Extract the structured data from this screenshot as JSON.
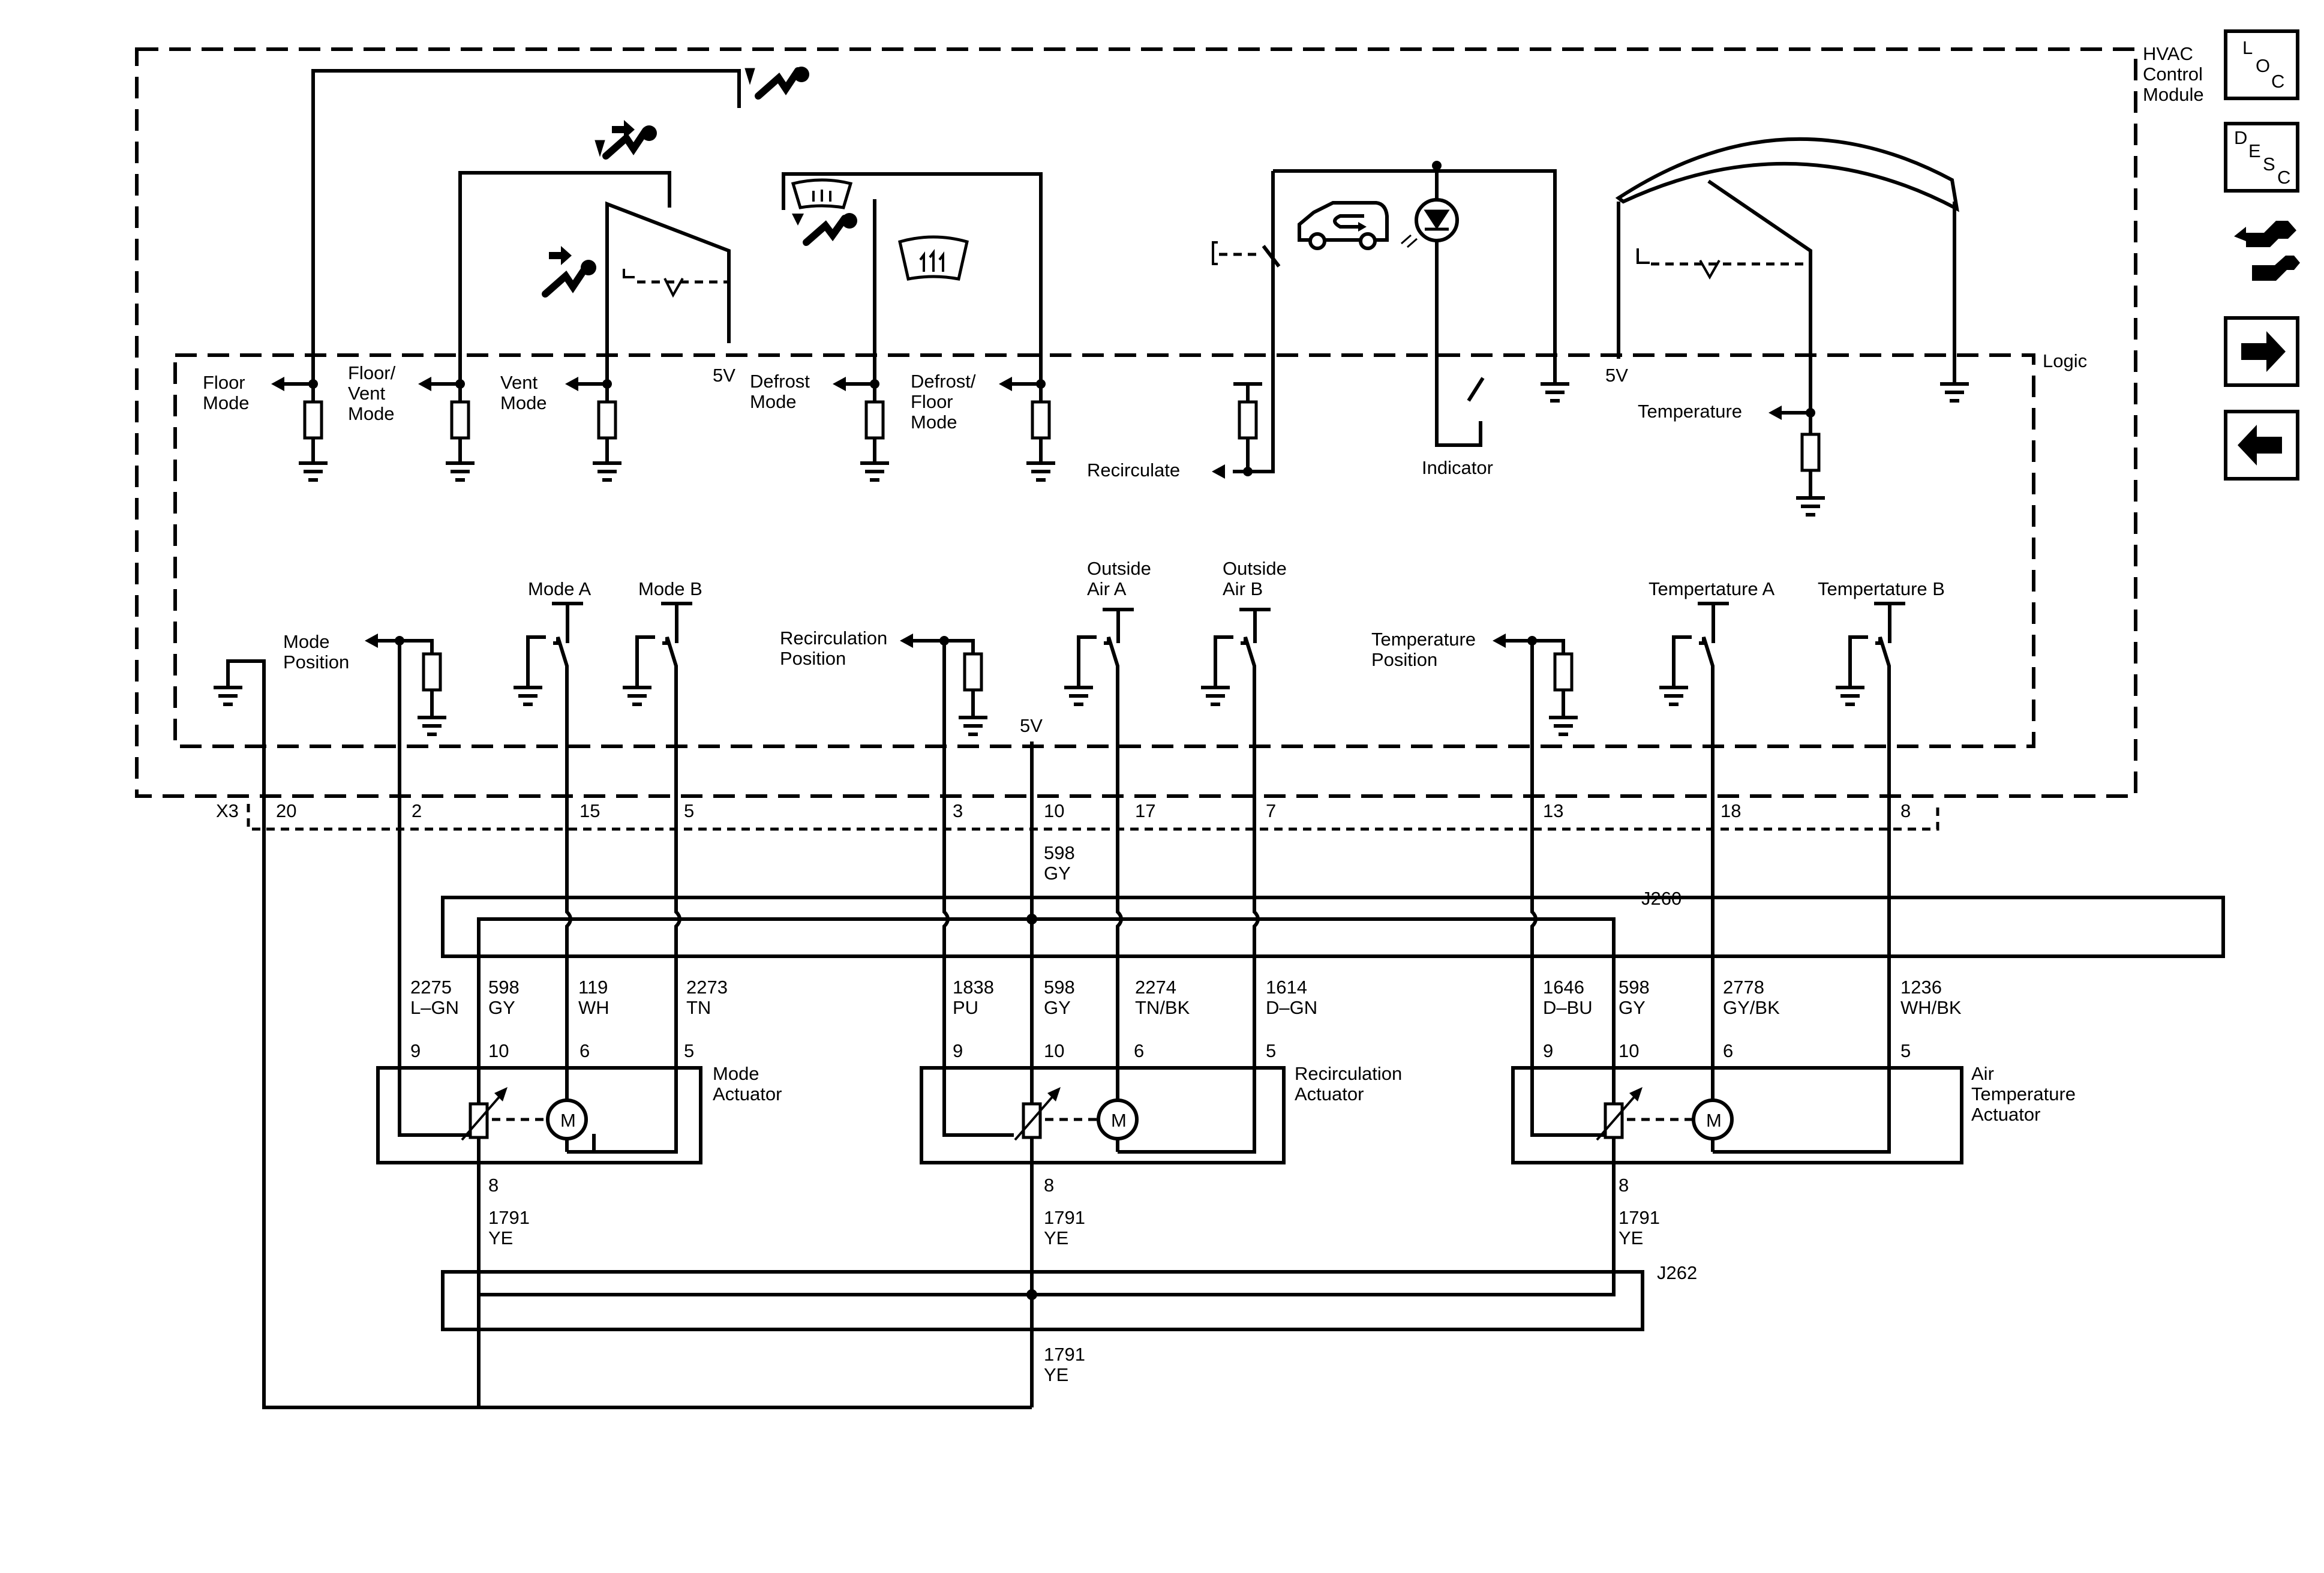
{
  "module": {
    "title_lines": [
      "HVAC",
      "Control",
      "Module"
    ],
    "logic_label": "Logic",
    "connector": "X3",
    "v5": "5V"
  },
  "logic_outputs": {
    "floor_mode": [
      "Floor",
      "Mode"
    ],
    "floor_vent_mode": [
      "Floor/",
      "Vent",
      "Mode"
    ],
    "vent_mode": [
      "Vent",
      "Mode"
    ],
    "defrost_mode": [
      "Defrost",
      "Mode"
    ],
    "defrost_floor_mode": [
      "Defrost/",
      "Floor",
      "Mode"
    ],
    "recirculate": "Recirculate",
    "indicator": "Indicator",
    "temperature": "Temperature"
  },
  "logic_inputs": {
    "mode_position": [
      "Mode",
      "Position"
    ],
    "mode_a": "Mode A",
    "mode_b": "Mode B",
    "recirculation_position": [
      "Recirculation",
      "Position"
    ],
    "outside_air_a": [
      "Outside",
      "Air A"
    ],
    "outside_air_b": [
      "Outside",
      "Air B"
    ],
    "temperature_position": [
      "Temperature",
      "Position"
    ],
    "temperature_a": "Tempertature A",
    "temperature_b": "Tempertature B"
  },
  "connector_pins": [
    "20",
    "2",
    "15",
    "5",
    "3",
    "10",
    "17",
    "7",
    "13",
    "18",
    "8"
  ],
  "splices": {
    "j260": "J260",
    "j262": "J262"
  },
  "wires": {
    "feed_5v": [
      "598",
      "GY"
    ],
    "mode_9": [
      "2275",
      "L–GN"
    ],
    "mode_10": [
      "598",
      "GY"
    ],
    "mode_6": [
      "119",
      "WH"
    ],
    "mode_5": [
      "2273",
      "TN"
    ],
    "recirc_9": [
      "1838",
      "PU"
    ],
    "recirc_10": [
      "598",
      "GY"
    ],
    "recirc_6": [
      "2274",
      "TN/BK"
    ],
    "recirc_5": [
      "1614",
      "D–GN"
    ],
    "temp_9": [
      "1646",
      "D–BU"
    ],
    "temp_10": [
      "598",
      "GY"
    ],
    "temp_6": [
      "2778",
      "GY/BK"
    ],
    "temp_5": [
      "1236",
      "WH/BK"
    ],
    "ground_mode": [
      "1791",
      "YE"
    ],
    "ground_recirc": [
      "1791",
      "YE"
    ],
    "ground_temp": [
      "1791",
      "YE"
    ],
    "ground_main": [
      "1791",
      "YE"
    ]
  },
  "actuator_pins": [
    "9",
    "10",
    "6",
    "5",
    "8"
  ],
  "actuators": {
    "mode": [
      "Mode",
      "Actuator"
    ],
    "recirc": [
      "Recirculation",
      "Actuator"
    ],
    "temp": [
      "Air",
      "Temperature",
      "Actuator"
    ]
  },
  "motor_letter": "M",
  "nav": {
    "loc": [
      "L",
      "O",
      "C"
    ],
    "desc": [
      "D",
      "E",
      "S",
      "C"
    ],
    "icons": [
      "component-locator-icon",
      "description-icon",
      "connector-icon",
      "next-arrow-icon",
      "previous-arrow-icon"
    ]
  }
}
